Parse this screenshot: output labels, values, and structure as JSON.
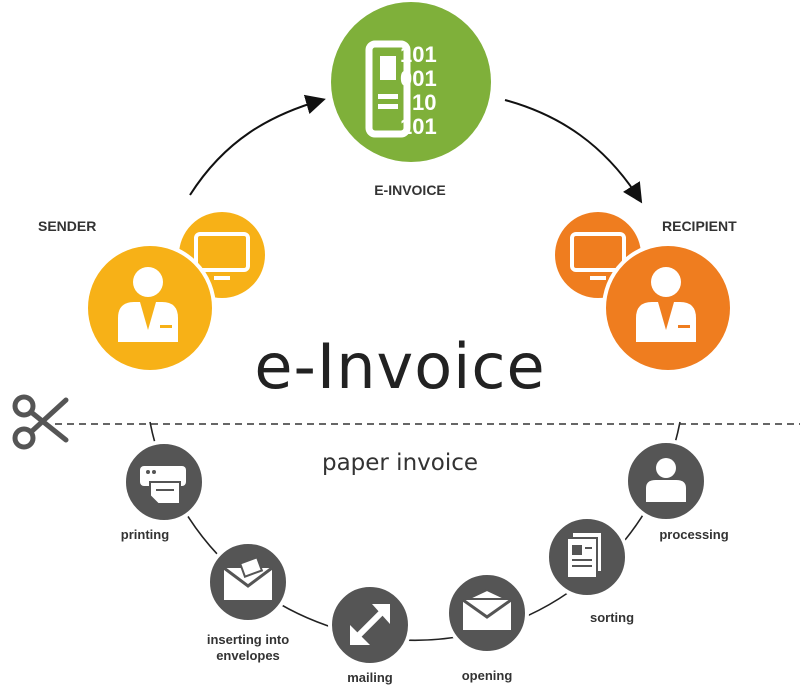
{
  "top": {
    "sender": "SENDER",
    "recipient": "RECIPIENT",
    "einvoice": "E-INVOICE"
  },
  "binary_lines": [
    "101",
    "001",
    "10",
    "101"
  ],
  "title": "e-Invoice",
  "subtitle": "paper invoice",
  "steps": [
    {
      "label": "printing",
      "icon": "printer-icon"
    },
    {
      "label": "inserting into envelopes",
      "icon": "envelope-insert-icon"
    },
    {
      "label": "mailing",
      "icon": "mailing-arrows-icon"
    },
    {
      "label": "opening",
      "icon": "envelope-open-icon"
    },
    {
      "label": "sorting",
      "icon": "documents-icon"
    },
    {
      "label": "processing",
      "icon": "person-icon"
    }
  ],
  "colors": {
    "green": "#7fb03a",
    "yellow": "#f7b117",
    "orange": "#ef7d1f",
    "grey": "#555555"
  }
}
